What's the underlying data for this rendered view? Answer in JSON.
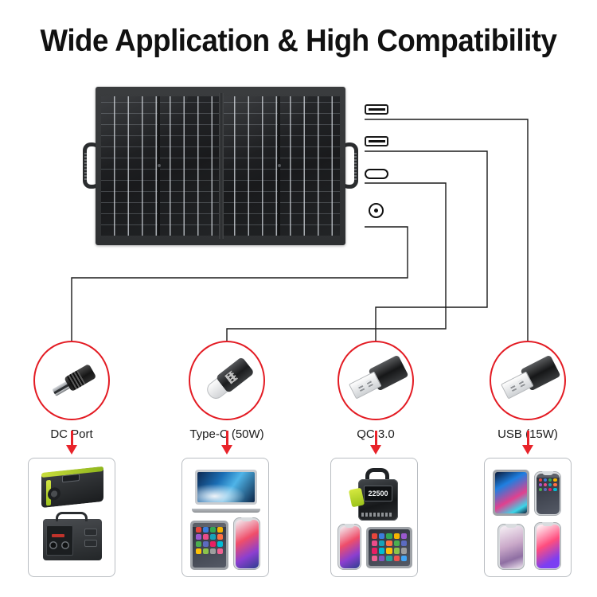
{
  "page": {
    "title": "Wide Application & High Compatibility",
    "background_color": "#ffffff",
    "accent_red": "#e31b23",
    "arrow_red": "#e8232a",
    "line_color": "#1a1a1a"
  },
  "product": {
    "name": "foldable-solar-panel",
    "panels": 2,
    "handles": 2
  },
  "ports": [
    {
      "id": "usb-a-1",
      "icon": "usb-a-port-icon",
      "links_to": "USB (15W)"
    },
    {
      "id": "usb-a-2",
      "icon": "usb-a-port-icon",
      "links_to": "QC 3.0"
    },
    {
      "id": "usb-c-1",
      "icon": "usb-c-port-icon",
      "links_to": "Type-C (50W)"
    },
    {
      "id": "dc-1",
      "icon": "dc-barrel-port-icon",
      "links_to": "DC Port"
    }
  ],
  "connectors": [
    {
      "id": "dc-port",
      "label": "DC Port",
      "plug": "dc-barrel-plug"
    },
    {
      "id": "type-c",
      "label": "Type-C (50W)",
      "plug": "usb-c-plug"
    },
    {
      "id": "qc3",
      "label": "QC 3.0",
      "plug": "usb-a-plug"
    },
    {
      "id": "usb",
      "label": "USB (15W)",
      "plug": "usb-a-plug"
    }
  ],
  "device_boxes": [
    {
      "id": "box-power-stations",
      "devices": [
        "portable-power-station-green",
        "portable-power-station-grey"
      ]
    },
    {
      "id": "box-computing",
      "devices": [
        "laptop",
        "tablet",
        "smartphone"
      ]
    },
    {
      "id": "box-jump-starter",
      "devices": [
        "jump-starter",
        "smartphone",
        "tablet"
      ],
      "jump_starter_capacity": "22500"
    },
    {
      "id": "box-mobile",
      "devices": [
        "tablet",
        "smartphone",
        "smartphone",
        "smartphone"
      ]
    }
  ]
}
